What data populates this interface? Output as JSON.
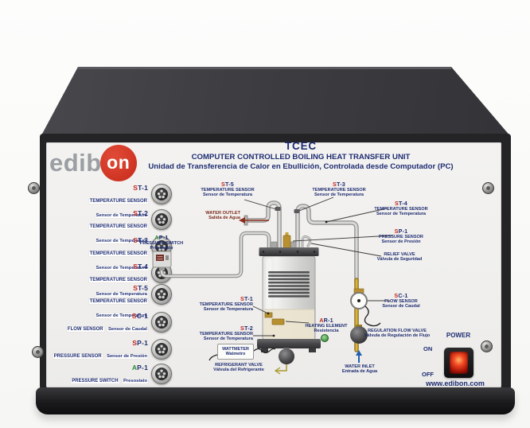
{
  "brand": {
    "logo_text": "edib",
    "logo_circle_text": "on",
    "website": "www.edibon.com"
  },
  "header": {
    "model": "TCEC",
    "title_en": "COMPUTER CONTROLLED BOILING HEAT TRANSFER UNIT",
    "title_es": "Unidad de Transferencia de Calor en Ebullición, Controlada desde Computador (PC)"
  },
  "connector_panel": {
    "items": [
      {
        "c1": "S",
        "c2": "T-1",
        "c1_style": "color:#c4271f",
        "line1": "TEMPERATURE SENSOR",
        "line2": "Sensor de Temperatura"
      },
      {
        "c1": "S",
        "c2": "T-2",
        "c1_style": "color:#c4271f",
        "line1": "TEMPERATURE SENSOR",
        "line2": "Sensor de Temperatura"
      },
      {
        "c1": "S",
        "c2": "T-3",
        "c1_style": "color:#c4271f",
        "line1": "TEMPERATURE SENSOR",
        "line2": "Sensor de Temperatura"
      },
      {
        "c1": "S",
        "c2": "T-4",
        "c1_style": "color:#c4271f",
        "line1": "TEMPERATURE SENSOR",
        "line2": "Sensor de Temperatura"
      },
      {
        "c1": "S",
        "c2": "T-5",
        "c1_style": "color:#c4271f",
        "line1": "TEMPERATURE SENSOR",
        "line2": "Sensor de Temperatura"
      },
      {
        "c1": "S",
        "c2": "C-1",
        "c1_style": "color:#c4271f",
        "line1": "FLOW SENSOR",
        "line2": "Sensor de Caudal"
      },
      {
        "c1": "S",
        "c2": "P-1",
        "c1_style": "color:#c4271f",
        "line1": "PRESSURE SENSOR",
        "line2": "Sensor de Presión"
      },
      {
        "c1": "A",
        "c2": "P-1",
        "c1_style": "color:#2e8b3a",
        "line1": "PRESSURE SWITCH",
        "line2": "Presostato"
      }
    ]
  },
  "diagram": {
    "labels": {
      "st5": {
        "c1": "S",
        "c2": "T-5",
        "c1_style": "color:#c4271f",
        "line1": "TEMPERATURE SENSOR",
        "line2": "Sensor de Temperatura"
      },
      "st3": {
        "c1": "S",
        "c2": "T-3",
        "c1_style": "color:#c4271f",
        "line1": "TEMPERATURE SENSOR",
        "line2": "Sensor de Temperatura"
      },
      "st4": {
        "c1": "S",
        "c2": "T-4",
        "c1_style": "color:#c4271f",
        "line1": "TEMPERATURE SENSOR",
        "line2": "Sensor de Temperatura"
      },
      "sp1": {
        "c1": "S",
        "c2": "P-1",
        "c1_style": "color:#c4271f",
        "line1": "PRESSURE SENSOR",
        "line2": "Sensor de Presión"
      },
      "relief": {
        "line1": "RELIEF VALVE",
        "line2": "Válvula de Seguridad"
      },
      "sc1": {
        "c1": "S",
        "c2": "C-1",
        "c1_style": "color:#c4271f",
        "line1": "FLOW SENSOR",
        "line2": "Sensor de Caudal"
      },
      "regflow": {
        "line1": "REGULATION FLOW VALVE",
        "line2": "Válvula de Regulación de Flujo"
      },
      "water_inlet": {
        "line1": "WATER INLET",
        "line2": "Entrada de Agua"
      },
      "water_outlet": {
        "line1": "WATER OUTLET",
        "line2": "Salida de Agua"
      },
      "ap1": {
        "c1": "A",
        "c2": "P-1",
        "c1_style": "color:#2e8b3a",
        "line1": "PRESSURE SWITCH",
        "line2": "Presostato"
      },
      "st1": {
        "c1": "S",
        "c2": "T-1",
        "c1_style": "color:#c4271f",
        "line1": "TEMPERATURE SENSOR",
        "line2": "Sensor de Temperatura"
      },
      "st2": {
        "c1": "S",
        "c2": "T-2",
        "c1_style": "color:#c4271f",
        "line1": "TEMPERATURE SENSOR",
        "line2": "Sensor de Temperatura"
      },
      "ar1": {
        "c1": "A",
        "c2": "R-1",
        "c1_style": "color:#c4271f",
        "line1": "HEATING ELEMENT",
        "line2": "Resistencia"
      },
      "wattmeter": {
        "line1": "WATTMETER",
        "line2": "Watmetro"
      },
      "refrigerant": {
        "line1": "REFRIGERANT VALVE",
        "line2": "Válvula del Refrigerante"
      }
    }
  },
  "power": {
    "label": "POWER",
    "on": "ON",
    "off": "OFF"
  },
  "colors": {
    "panel": "#f1f0ee",
    "navy_text": "#1e2c72",
    "sensor_red": "#c4271f",
    "switch_green": "#2e8b3a",
    "outlet_maroon": "#7c2a1c",
    "inlet_blue": "#2060b0",
    "gold_pipe": "#c6a02d",
    "box_dark": "#3a3a3d",
    "logo_red": "#cf3423",
    "power_red": "#f04822"
  }
}
